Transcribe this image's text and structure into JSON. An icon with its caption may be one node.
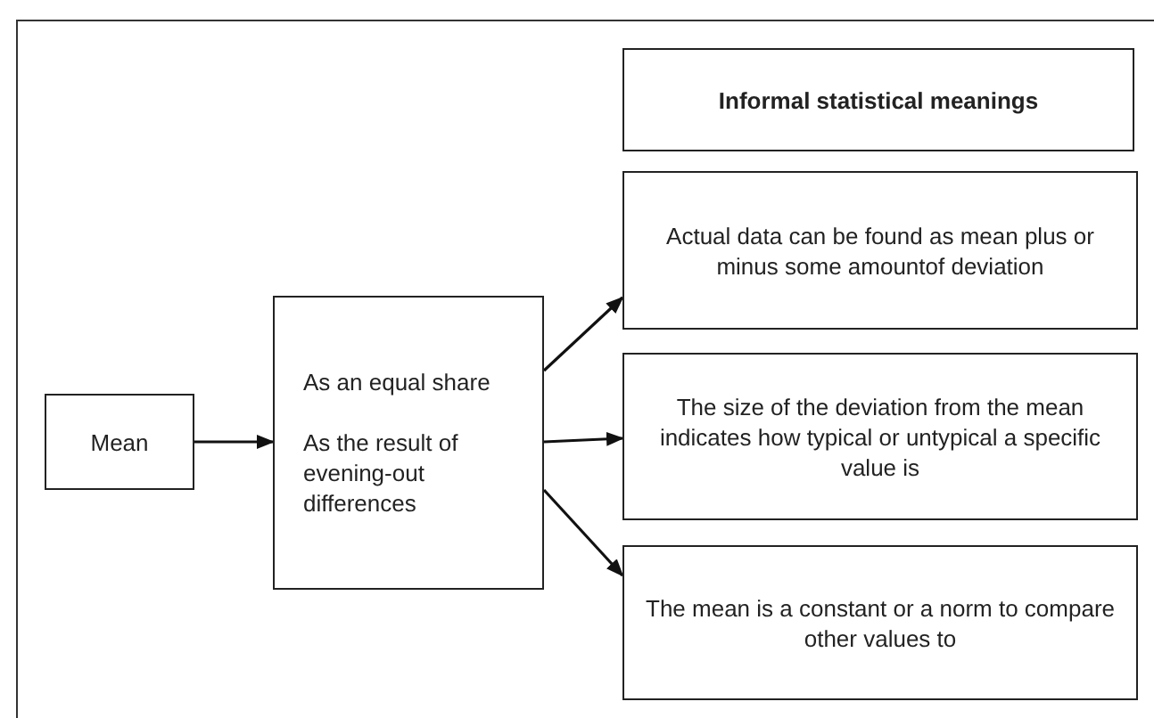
{
  "diagram": {
    "nodes": [
      {
        "text": [
          "Mean"
        ]
      },
      {
        "text": [
          "As an equal share",
          "As the result of evening-out differences"
        ]
      },
      {
        "text": [
          "Informal statistical meanings"
        ]
      },
      {
        "text": [
          "Actual data can be found as mean plus or minus some amountof deviation"
        ]
      },
      {
        "text": [
          "The size of the deviation from the mean indicates how typical or untypical a specific value is"
        ]
      },
      {
        "text": [
          "The mean is a constant or a norm to compare other values to"
        ]
      }
    ],
    "edges": [
      {
        "from": 0,
        "to": 1,
        "arrow": "to"
      },
      {
        "from": 1,
        "to": 3,
        "arrow": "to"
      },
      {
        "from": 1,
        "to": 4,
        "arrow": "to"
      },
      {
        "from": 1,
        "to": 5,
        "arrow": "to"
      }
    ]
  }
}
